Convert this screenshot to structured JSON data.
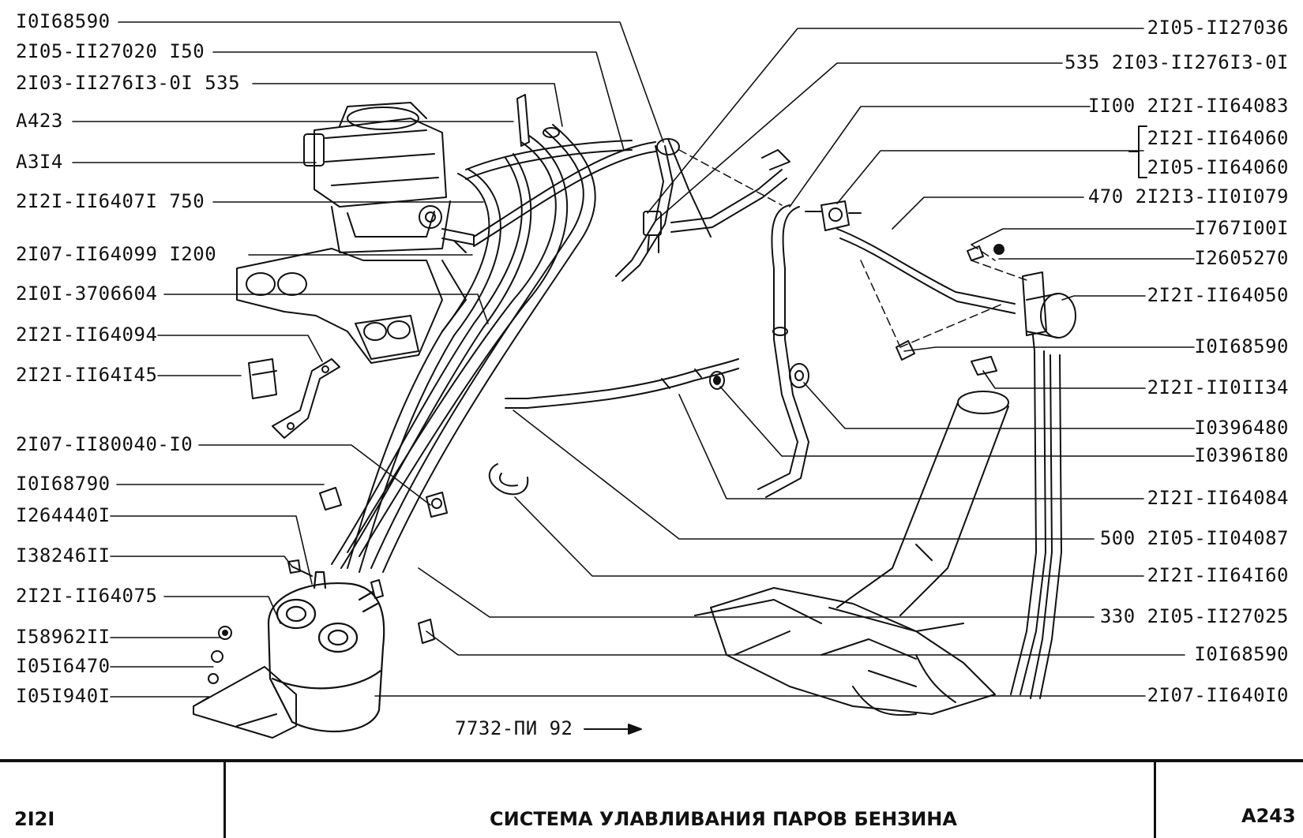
{
  "left_labels": [
    "I0I68590",
    "2I05-II27020 I50",
    "2I03-II276I3-0I 535",
    "A423",
    "A3I4",
    "2I2I-II6407I 750",
    "2I07-II64099 I200",
    "2I0I-3706604",
    "2I2I-II64094",
    "2I2I-II64I45",
    "2I07-II80040-I0",
    "I0I68790",
    "I264440I",
    "I38246II",
    "2I2I-II64075",
    "I58962II",
    "I05I6470",
    "I05I940I"
  ],
  "right_labels": [
    "2I05-II27036",
    "535 2I03-II276I3-0I",
    "II00 2I2I-II64083",
    "2I2I-II64060",
    "2I05-II64060",
    "470 2I2I3-II0I079",
    "I767I00I",
    "I2605270",
    "2I2I-II64050",
    "I0I68590",
    "2I2I-II0II34",
    "I0396480",
    "I0396I80",
    "2I2I-II64084",
    "500 2I05-II04087",
    "2I2I-II64I60",
    "330 2I05-II27025",
    "I0I68590",
    "2I07-II640I0"
  ],
  "drawing_code": "7732-ПИ 92",
  "title_block": {
    "model": "2I2I",
    "title": "СИСТЕМА УЛАВЛИВАНИЯ ПАРОВ БЕНЗИНА",
    "sheet": "A243"
  }
}
